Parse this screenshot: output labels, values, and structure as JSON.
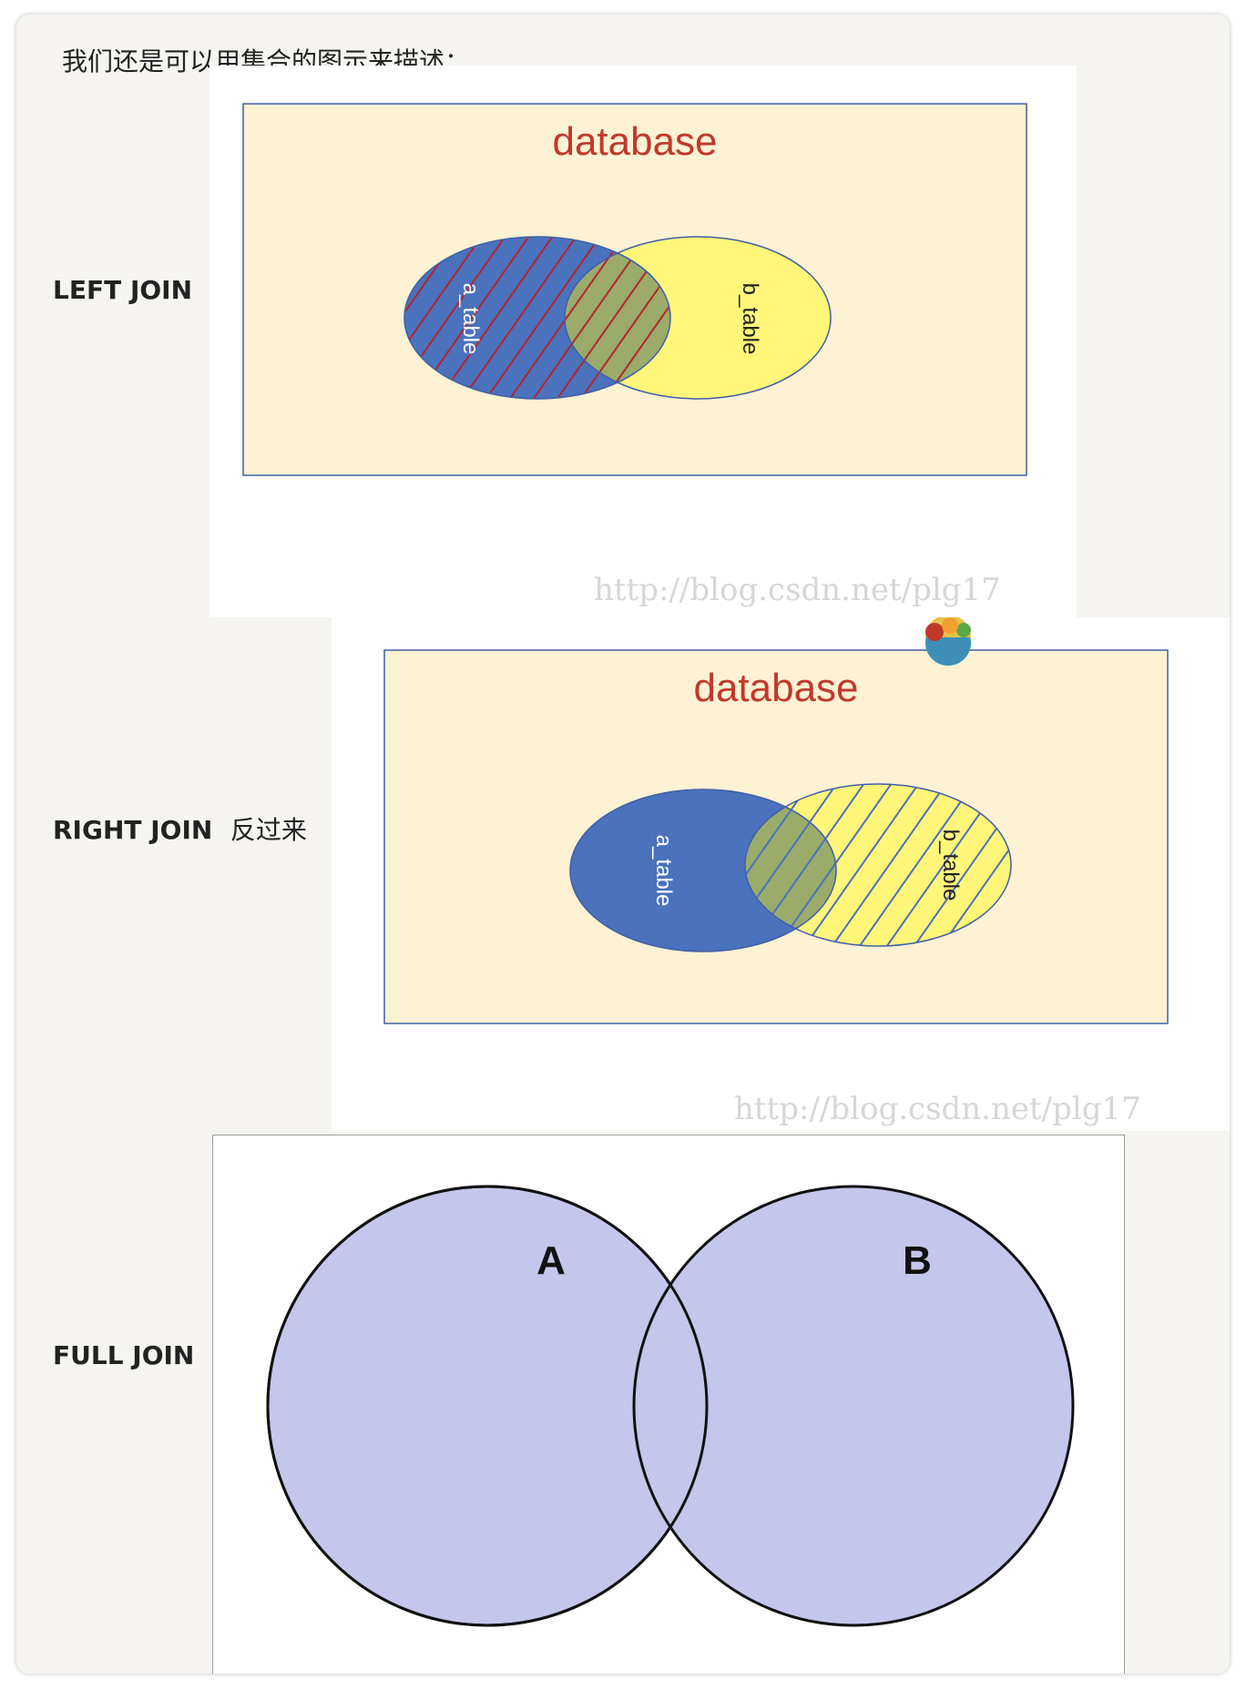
{
  "intro_text": "我们还是可以用集合的图示来描述：",
  "sections": [
    {
      "label": "LEFT JOIN",
      "diagram": {
        "title": "database",
        "set_a": "a_table",
        "set_b": "b_table",
        "watermark": "http://blog.csdn.net/plg17",
        "hatched": "a_table"
      }
    },
    {
      "label": "RIGHT JOIN",
      "note": "反过来",
      "diagram": {
        "title": "database",
        "set_a": "a_table",
        "set_b": "b_table",
        "watermark": "http://blog.csdn.net/plg17",
        "hatched": "b_table"
      }
    },
    {
      "label": "FULL JOIN",
      "diagram": {
        "set_a": "A",
        "set_b": "B"
      }
    }
  ],
  "colors": {
    "database_bg": "#fdf2d3",
    "database_border": "#3f5fa8",
    "title": "#c0392b",
    "set_a_fill": "#4a72bd",
    "set_b_fill": "#fff67a",
    "overlap_fill": "#9aab6a",
    "left_hatch": "#b3262f",
    "right_hatch": "#4a72bd",
    "full_fill": "#c4c6ec"
  }
}
